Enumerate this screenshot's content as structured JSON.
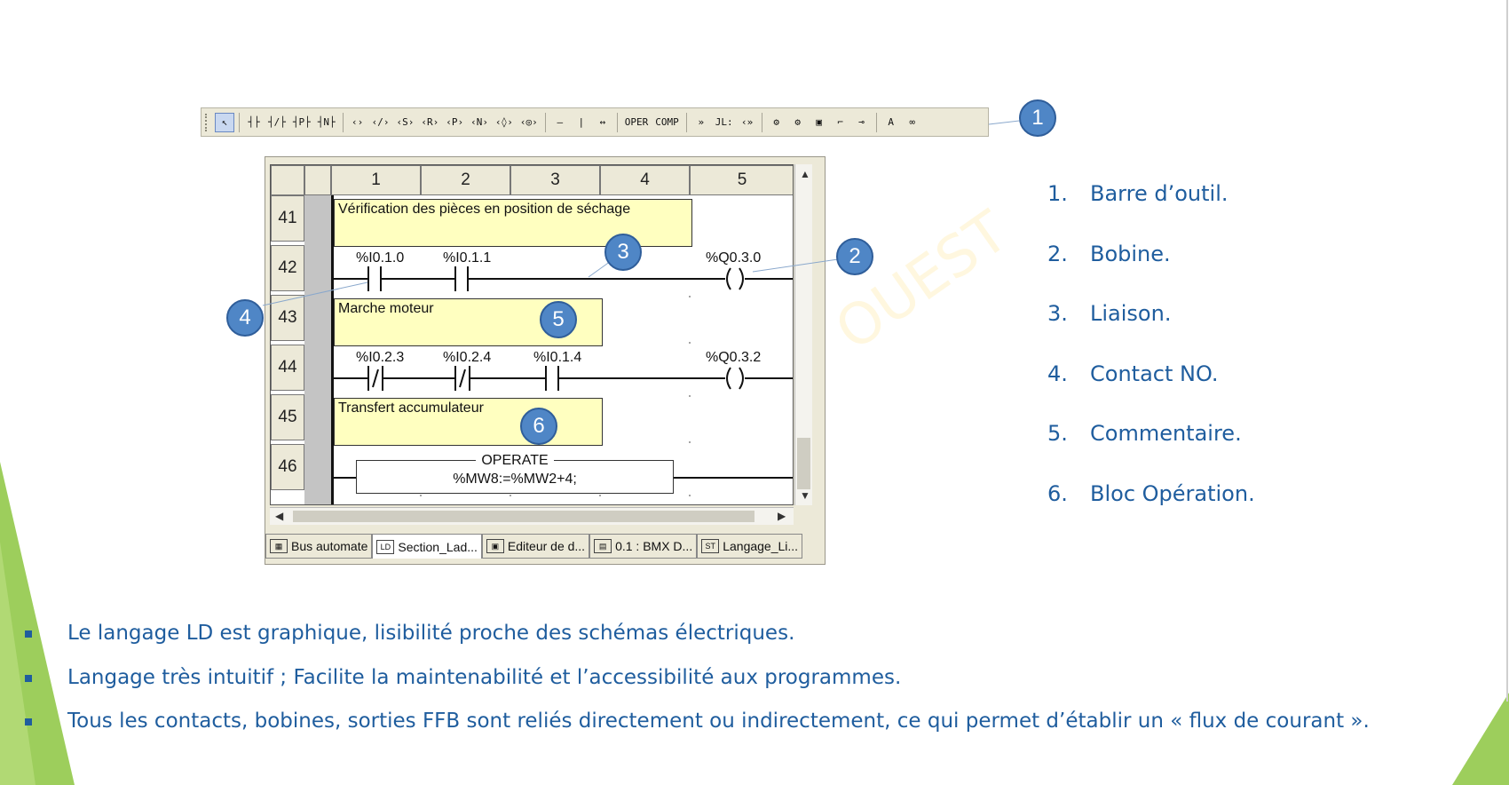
{
  "toolbar": {
    "buttons": [
      "↖",
      "┤├",
      "┤/├",
      "┤P├",
      "┤N├",
      "‹›",
      "‹/›",
      "‹S›",
      "‹R›",
      "‹P›",
      "‹N›",
      "‹◊›",
      "‹◎›",
      "—",
      "|",
      "↔",
      "OPER",
      "COMP",
      "»",
      "JL:",
      "‹»",
      "⚙",
      "⚙",
      "▣",
      "⌐",
      "⊸",
      "A",
      "∞"
    ]
  },
  "editor": {
    "columns": [
      "1",
      "2",
      "3",
      "4",
      "5"
    ],
    "rows": [
      "41",
      "42",
      "43",
      "44",
      "45",
      "46"
    ],
    "comments": [
      "Vérification des pièces en position de séchage",
      "Marche moteur",
      "Transfert accumulateur"
    ],
    "rung42": {
      "contacts": [
        "%I0.1.0",
        "%I0.1.1"
      ],
      "coil": "%Q0.3.0"
    },
    "rung44": {
      "contacts": [
        "%I0.2.3",
        "%I0.2.4",
        "%I0.1.4"
      ],
      "coil": "%Q0.3.2"
    },
    "operate": {
      "title": "OPERATE",
      "expression": "%MW8:=%MW2+4;"
    },
    "tabs": [
      "Bus automate",
      "Section_Lad...",
      "Editeur de d...",
      "0.1 : BMX D...",
      "Langage_Li..."
    ],
    "tab_icons": [
      "▦",
      "LD",
      "▣",
      "▤",
      "ST"
    ]
  },
  "callouts": [
    "1",
    "2",
    "3",
    "4",
    "5",
    "6"
  ],
  "legend": [
    {
      "num": "1.",
      "text": "Barre d’outil."
    },
    {
      "num": "2.",
      "text": "Bobine."
    },
    {
      "num": "3.",
      "text": "Liaison."
    },
    {
      "num": "4.",
      "text": "Contact NO."
    },
    {
      "num": "5.",
      "text": "Commentaire."
    },
    {
      "num": "6.",
      "text": "Bloc Opération."
    }
  ],
  "bullets": [
    "Le langage LD est graphique, lisibilité proche des schémas électriques.",
    "Langage très intuitif ; Facilite la maintenabilité et l’accessibilité aux programmes.",
    "Tous les contacts, bobines, sorties FFB sont reliés directement ou indirectement, ce qui permet d’établir un « flux de courant »."
  ],
  "colors": {
    "accent_blue": "#1f5d9e",
    "callout_blue": "#4f86c6",
    "green_deco": "#8cc63f",
    "comment_yellow": "#ffffc0"
  }
}
